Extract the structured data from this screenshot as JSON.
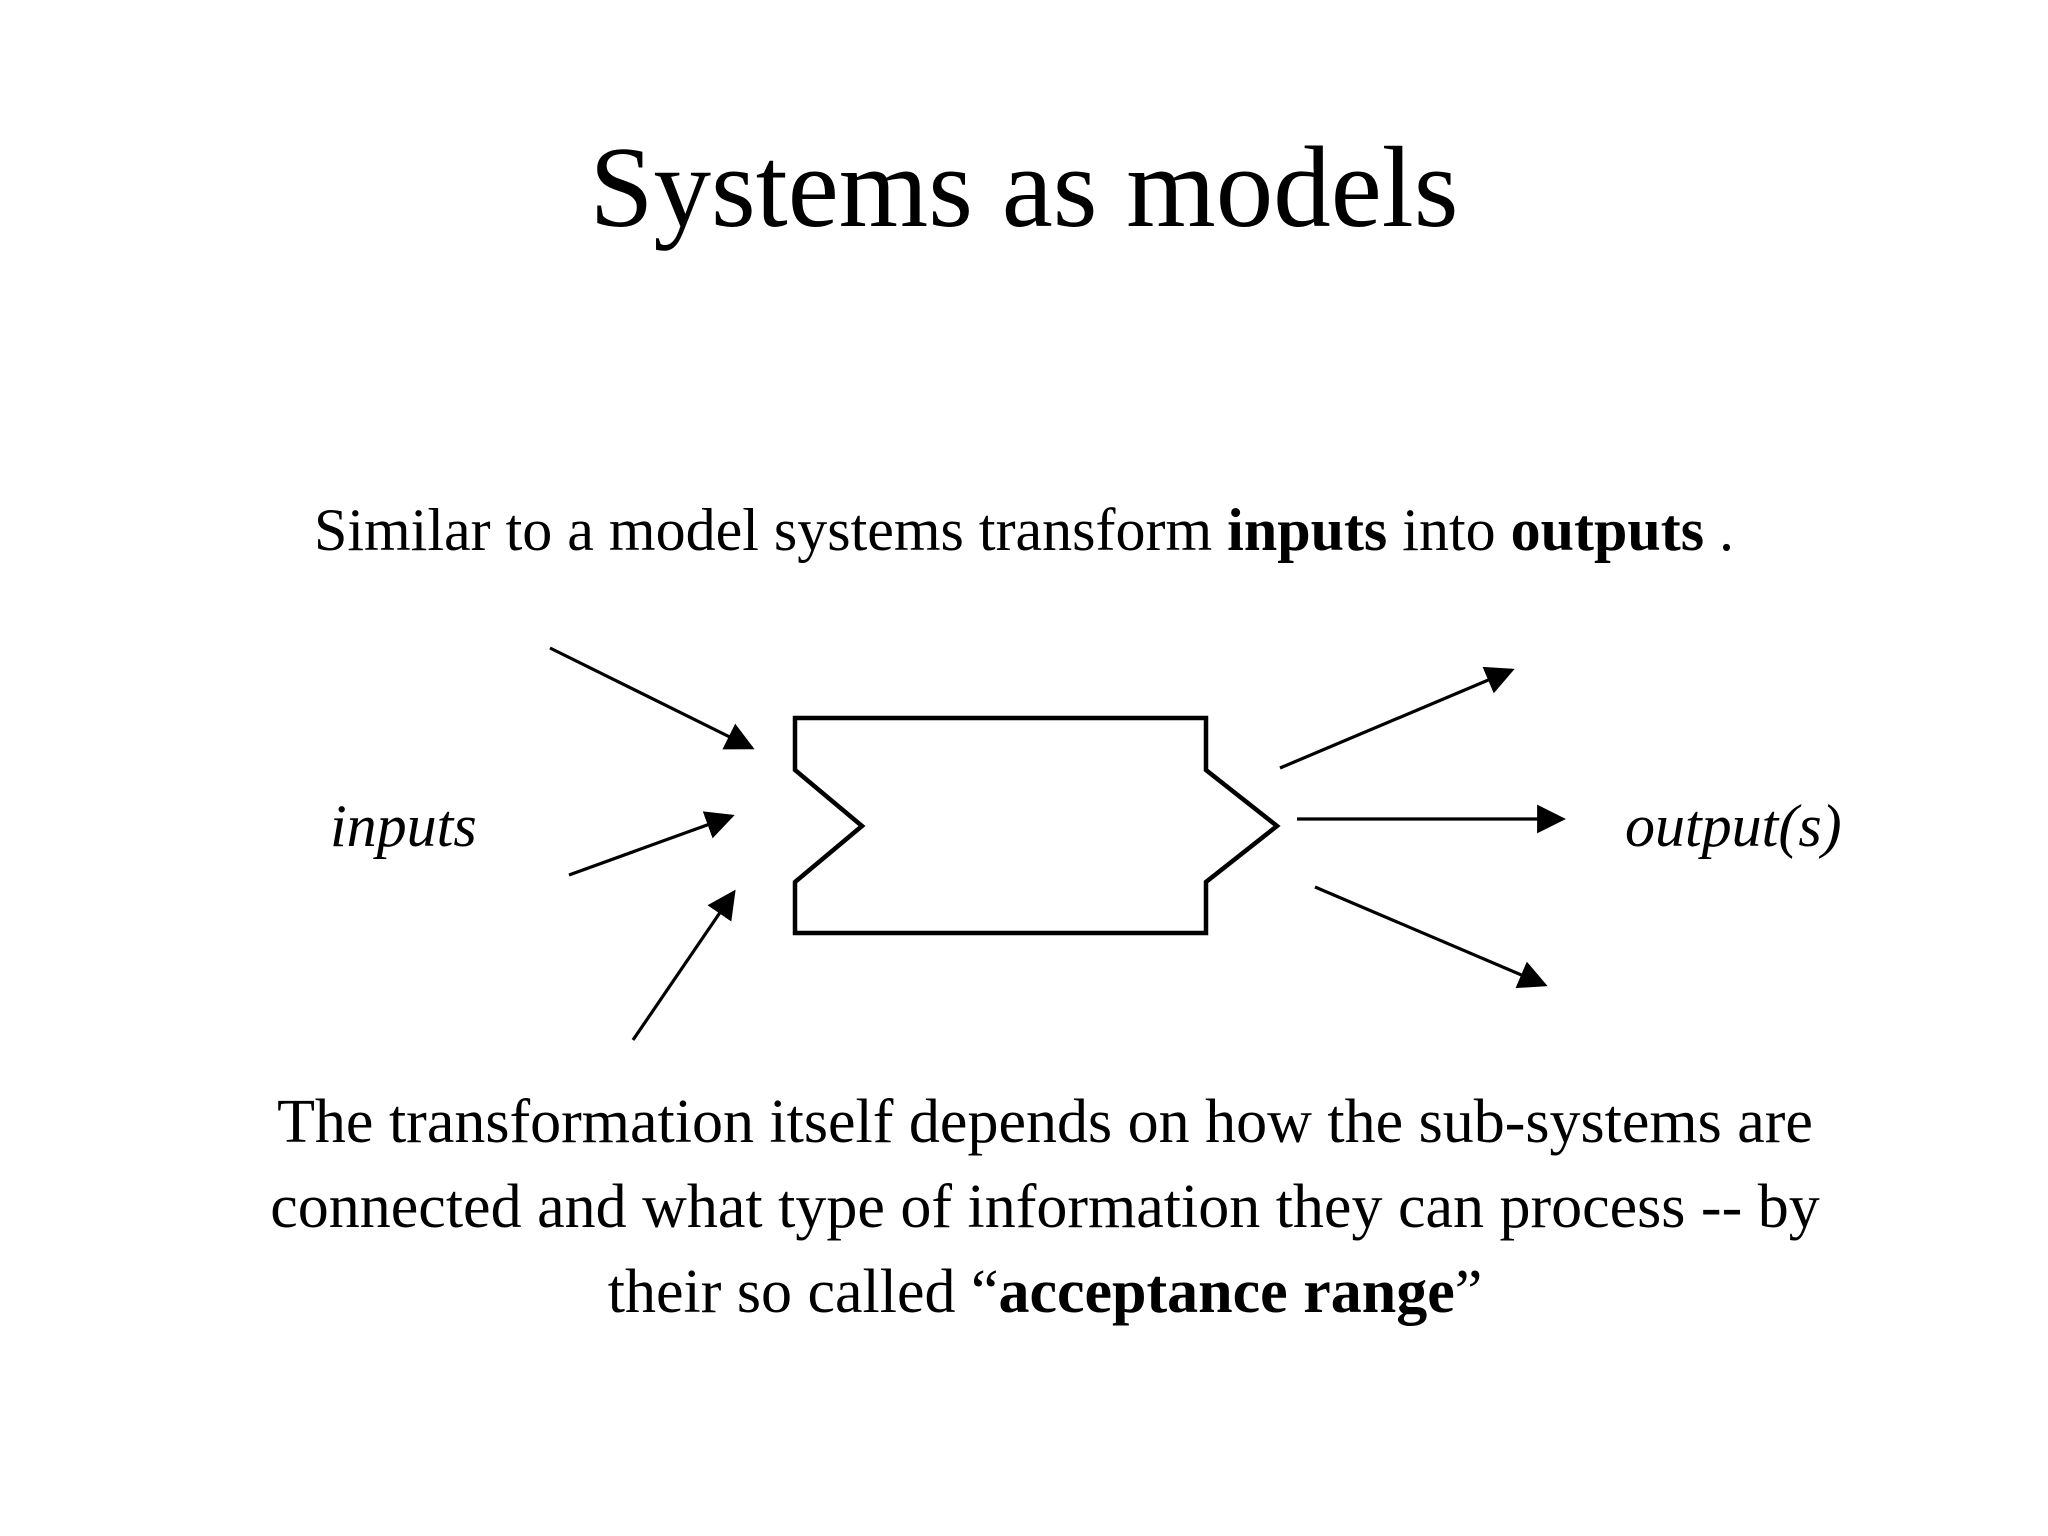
{
  "title": "Systems as models",
  "intro": {
    "part1": "Similar to a model systems transform ",
    "bold1": "inputs",
    "part2": " into ",
    "bold2": "outputs",
    "part3": " ."
  },
  "diagram": {
    "input_label": "inputs",
    "output_label": "output(s)",
    "shape": "chevron-process-box",
    "input_arrow_count": 3,
    "output_arrow_count": 3
  },
  "paragraph": {
    "line1": "The transformation itself depends on how the sub-systems are",
    "line2": "connected and what type of information they can process -- by",
    "line3_pre": "their so called “",
    "line3_bold": "acceptance range",
    "line3_post": "”"
  },
  "colors": {
    "background": "#ffffff",
    "ink": "#000000"
  }
}
